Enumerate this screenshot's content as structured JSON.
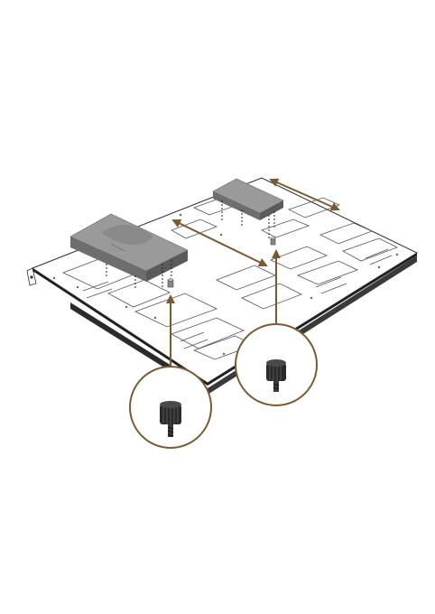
{
  "diagram": {
    "subject": "hdd-mounting-tray-assembly",
    "components": [
      {
        "id": "tray",
        "icon": "mounting-tray-plate"
      },
      {
        "id": "hdd-large",
        "icon": "hard-drive-3-5"
      },
      {
        "id": "hdd-small",
        "icon": "hard-drive-2-5"
      },
      {
        "id": "thumbscrew-left",
        "icon": "thumbscrew-icon"
      },
      {
        "id": "thumbscrew-right",
        "icon": "thumbscrew-icon"
      }
    ],
    "colors": {
      "accent": "#7a5a32",
      "tray_stroke": "#2b2b2b",
      "tray_fill": "#ffffff",
      "drive_fill": "#8f8f8f",
      "drive_top": "#a9a9a9",
      "screw": "#2a2a2a"
    }
  }
}
